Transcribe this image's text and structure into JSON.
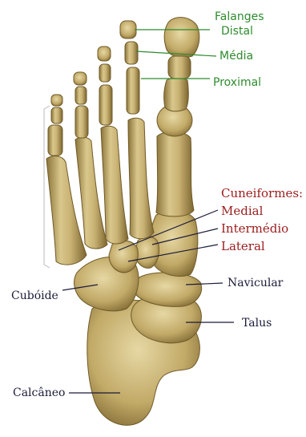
{
  "labels": {
    "falanges": "Falanges",
    "distal": "Distal",
    "media": "Média",
    "proximal": "Proximal",
    "cuneiformes": "Cuneiformes:",
    "medial": "Medial",
    "intermedio": "Intermédio",
    "lateral": "Lateral",
    "cuboide": "Cubóide",
    "navicular": "Navicular",
    "talus": "Talus",
    "calcaneo": "Calcâneo"
  },
  "colors": {
    "phalanx_label": "#2e8b2e",
    "cuneiform_label": "#9b1c1c",
    "other_label": "#1b1b3a",
    "bone": "#c9b273",
    "bone_shadow": "#8a7338",
    "bone_highlight": "#e6d8a4"
  }
}
